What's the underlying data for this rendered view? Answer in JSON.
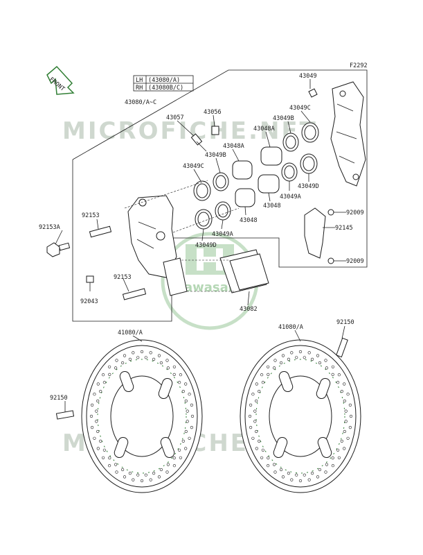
{
  "figure_code": "F2292",
  "front_label": "FRONT",
  "watermark_text": "MICROFICHE.NET",
  "logo_text": "Kawasaki",
  "legend": {
    "lh_label": "LH",
    "lh_code": "(43080/A)",
    "rh_label": "RH",
    "rh_code": "(43080B/C)"
  },
  "parts": {
    "caliper_assy": "43080/A~C",
    "bleeder_43049": "43049",
    "bleeder_43057": "43057",
    "cap_43056": "43056",
    "seal_43049c_right": "43049C",
    "seal_43049b_right": "43049B",
    "piston_43048a_right": "43048A",
    "piston_43048a_left": "43048A",
    "seal_43049b_left": "43049B",
    "seal_43049c_left": "43049C",
    "seal_43049d_right": "43049D",
    "seal_43049a_right": "43049A",
    "piston_43048_right": "43048",
    "piston_43048_left": "43048",
    "seal_43049a_left": "43049A",
    "seal_43049d_left": "43049D",
    "bolt_92153_top": "92153",
    "bolt_92153a": "92153A",
    "bolt_92153_bottom": "92153",
    "plug_92043": "92043",
    "screw_92009_top": "92009",
    "spring_92145": "92145",
    "screw_92009_bottom": "92009",
    "pad_43082": "43082",
    "disc_left": "41080/A",
    "disc_right": "41080/A",
    "bolt_92150_left": "92150",
    "bolt_92150_right": "92150"
  },
  "colors": {
    "ink": "#1a1a1a",
    "accent_green": "#2e7d32",
    "watermark_gray": "#cfd8cf",
    "logo_green": "#b5d7b5"
  }
}
